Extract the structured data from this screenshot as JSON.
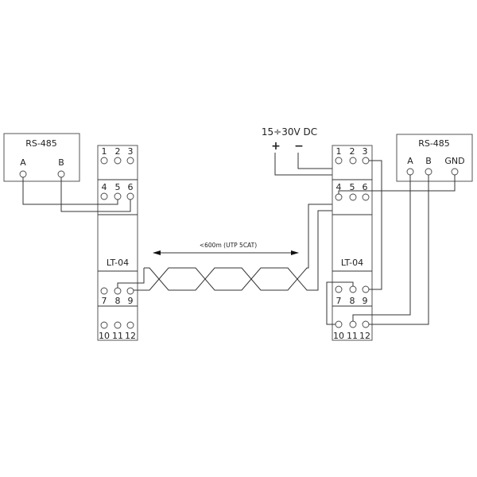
{
  "left_device": {
    "title": "RS-485",
    "pins": [
      "A",
      "B"
    ]
  },
  "right_device": {
    "title": "RS-485",
    "pins": [
      "A",
      "B",
      "GND"
    ]
  },
  "left_module": {
    "name": "LT-04",
    "terminals": [
      "1",
      "2",
      "3",
      "4",
      "5",
      "6",
      "7",
      "8",
      "9",
      "10",
      "11",
      "12"
    ]
  },
  "right_module": {
    "name": "LT-04",
    "terminals": [
      "1",
      "2",
      "3",
      "4",
      "5",
      "6",
      "7",
      "8",
      "9",
      "10",
      "11",
      "12"
    ]
  },
  "power": {
    "label": "15÷30V DC",
    "plus": "+",
    "minus": "−"
  },
  "cable": {
    "label": "<600m (UTP 5CAT)"
  }
}
